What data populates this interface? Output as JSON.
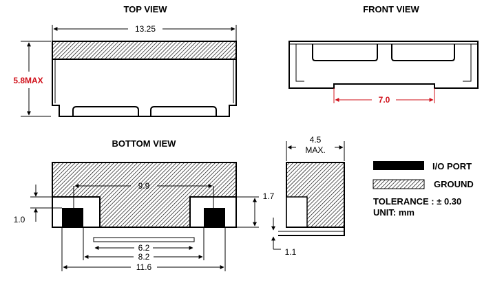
{
  "views": {
    "top": "TOP VIEW",
    "front": "FRONT VIEW",
    "bottom": "BOTTOM VIEW"
  },
  "dimensions": {
    "top_width": "13.25",
    "top_height": "5.8MAX",
    "front_gap": "7.0",
    "bottom_inner": "9.9",
    "bottom_62": "6.2",
    "bottom_82": "8.2",
    "bottom_116": "11.6",
    "bottom_10": "1.0",
    "bottom_17": "1.7",
    "side_45": "4.5",
    "side_max": "MAX.",
    "side_11": "1.1"
  },
  "legend": {
    "io_port": "I/O PORT",
    "ground": "GROUND",
    "tolerance": "TOLERANCE : ± 0.30",
    "unit": "UNIT:  mm"
  },
  "colors": {
    "accent_red": "#d0101a",
    "pad_fill": "#000000"
  }
}
